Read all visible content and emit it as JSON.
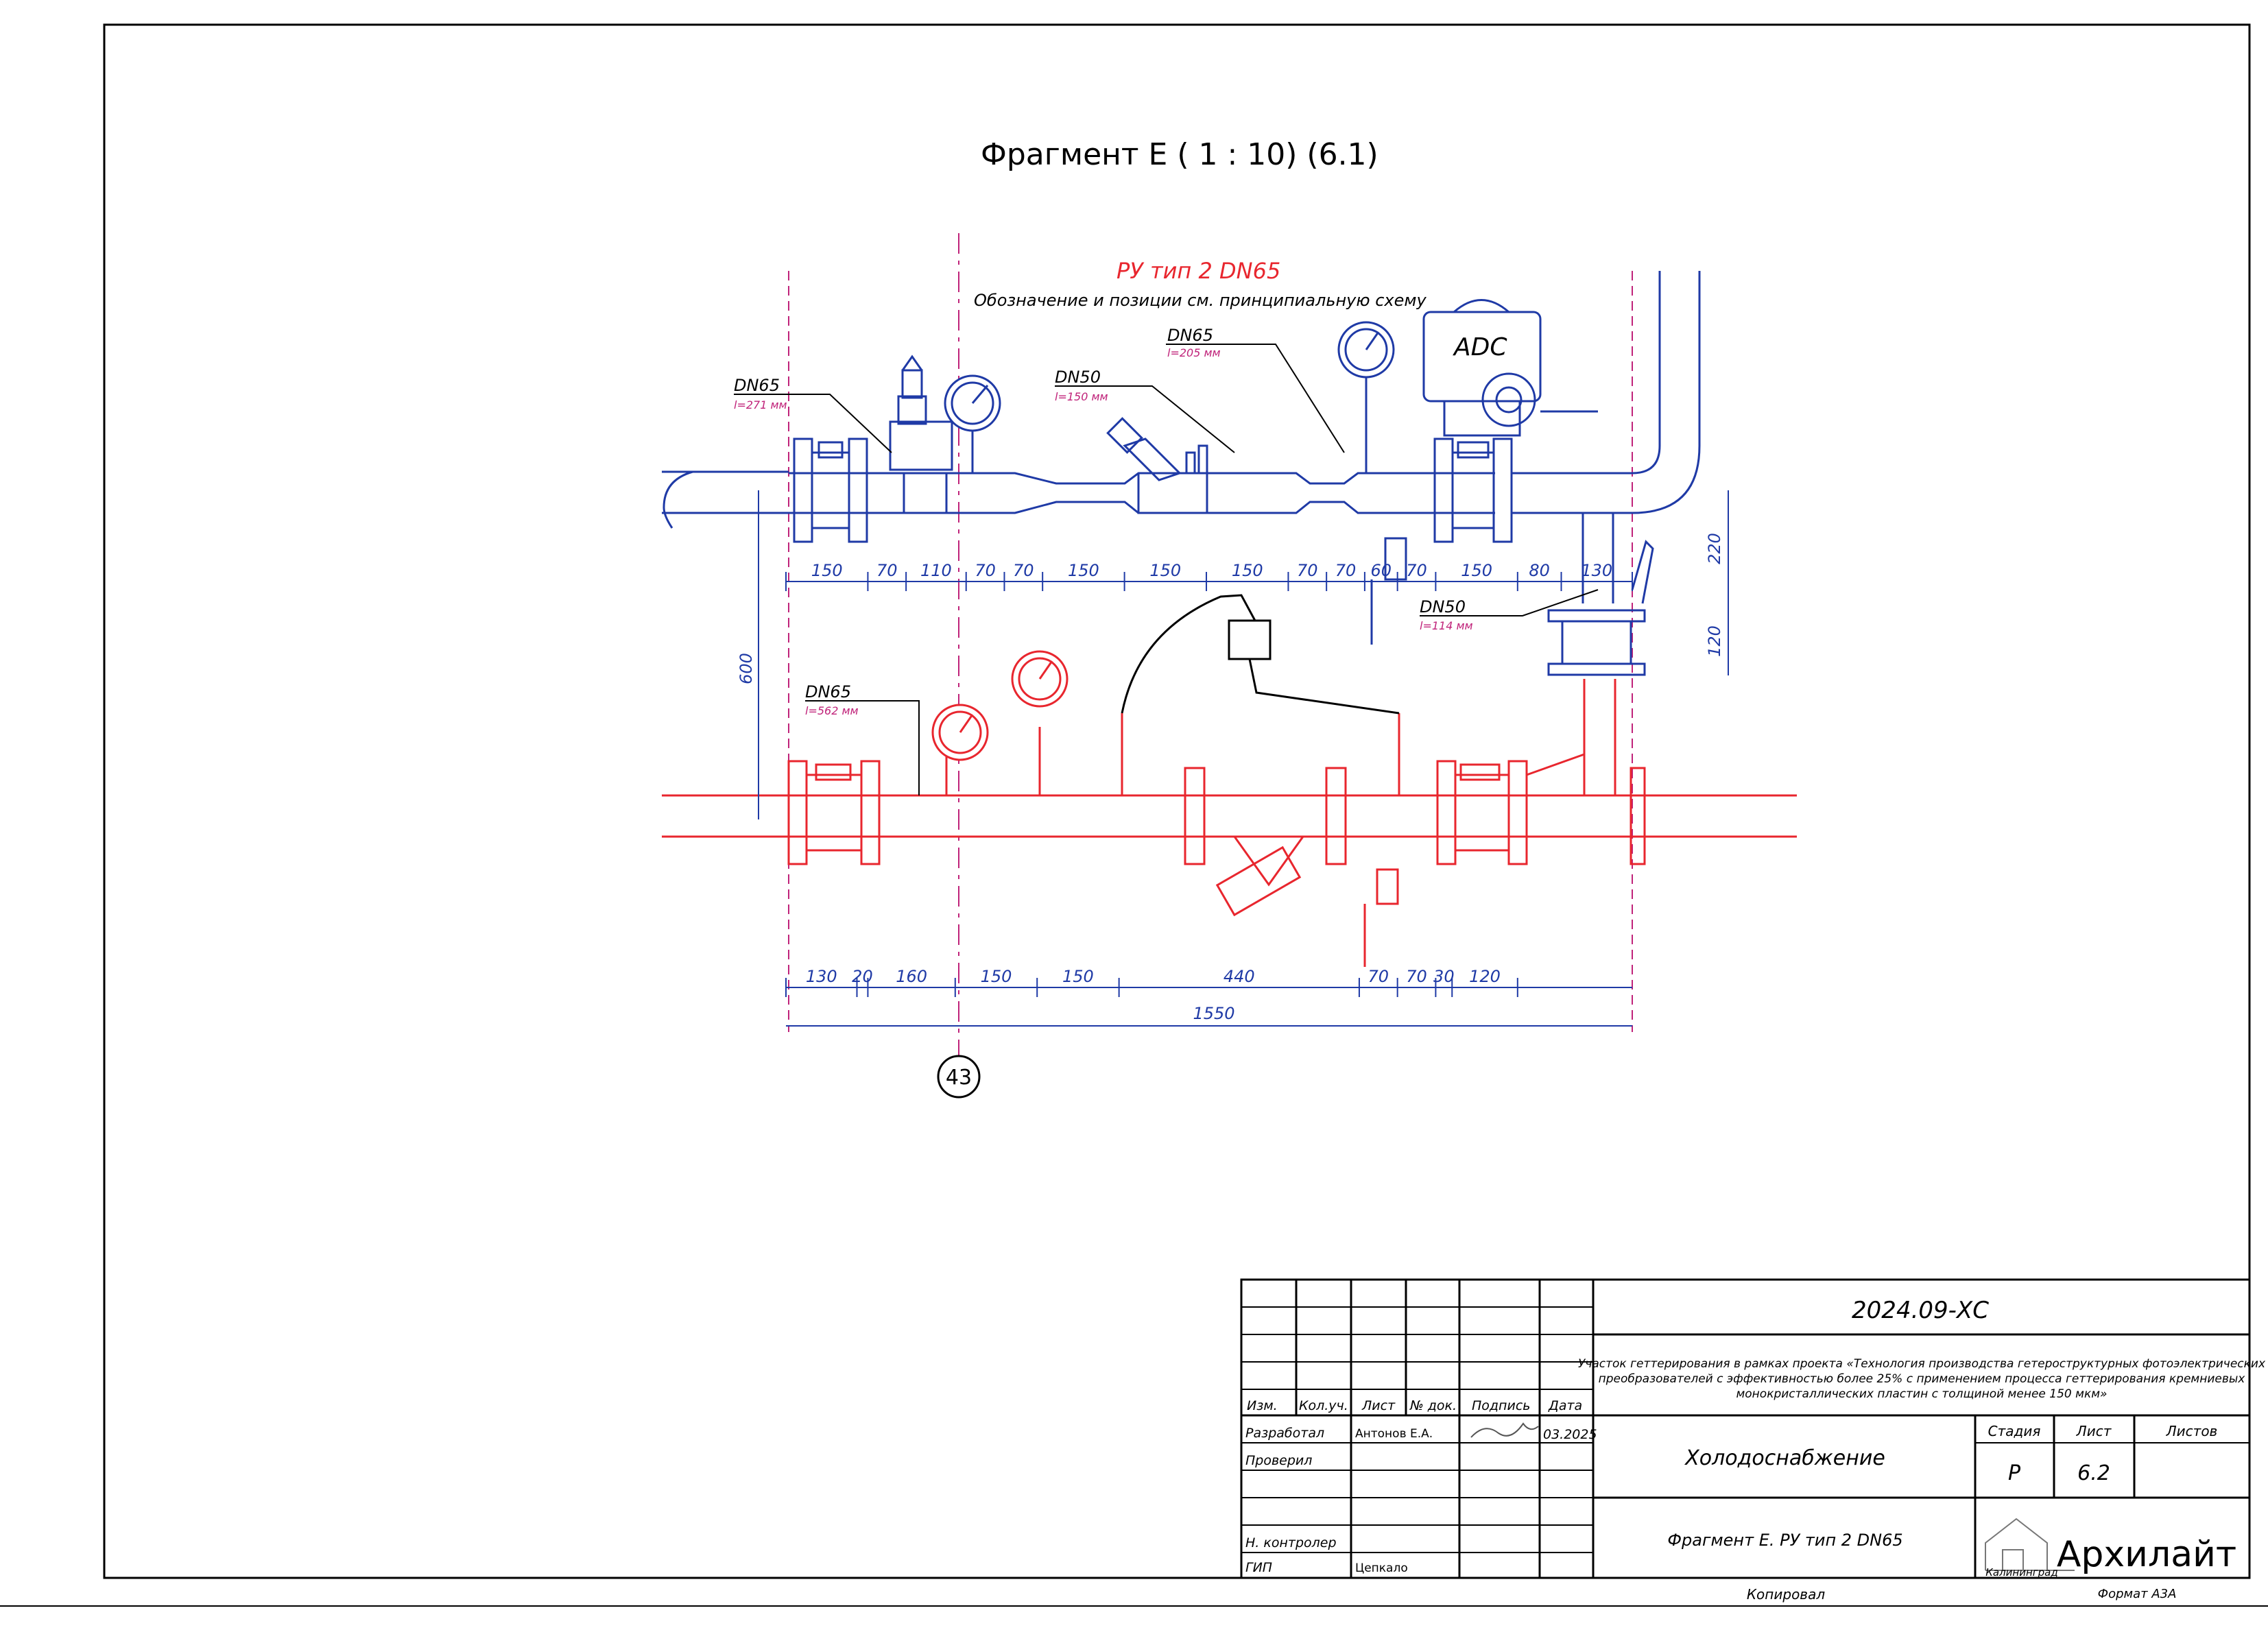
{
  "title": "Фрагмент Е ( 1 : 10) (6.1)",
  "unit_title": "РУ тип 2 DN65",
  "unit_note": "Обозначение и позиции см. принципиальную схему",
  "axis_marker": "43",
  "brand_text": "ADC",
  "callouts": [
    {
      "dn": "DN65",
      "len": "l=271 мм"
    },
    {
      "dn": "DN50",
      "len": "l=150 мм"
    },
    {
      "dn": "DN65",
      "len": "l=205 мм"
    },
    {
      "dn": "DN50",
      "len": "l=114 мм"
    },
    {
      "dn": "DN65",
      "len": "l=562 мм"
    }
  ],
  "dims_top": [
    "150",
    "70",
    "110",
    "70",
    "70",
    "150",
    "150",
    "150",
    "70",
    "70",
    "60",
    "70",
    "150",
    "80",
    "130"
  ],
  "dims_bottom": [
    "130",
    "20",
    "160",
    "150",
    "150",
    "440",
    "70",
    "70",
    "30",
    "120"
  ],
  "dim_total": "1550",
  "dims_vertical": {
    "between_lines": "600",
    "upper": "220",
    "lower": "120"
  },
  "title_block": {
    "code": "2024.09-ХС",
    "project_line1": "Участок геттерирования в рамках проекта «Технология производства гетероструктурных фотоэлектрических",
    "project_line2": "преобразователей с эффективностью более 25% с применением процесса геттерирования кремниевых",
    "project_line3": "монокристаллических пластин с толщиной менее 150 мкм»",
    "headers": [
      "Изм.",
      "Кол.уч.",
      "Лист",
      "№ док.",
      "Подпись",
      "Дата"
    ],
    "roles": [
      "Разработал",
      "Проверил",
      "",
      "Н. контролер",
      "ГИП"
    ],
    "names": [
      "Антонов Е.А.",
      "",
      "",
      "",
      "Цепкало"
    ],
    "date": "03.2025",
    "section": "Холодоснабжение",
    "stage_label": "Стадия",
    "stage": "Р",
    "sheet_label": "Лист",
    "sheet": "6.2",
    "sheets_label": "Листов",
    "sheets": "",
    "sheet_name": "Фрагмент Е. РУ тип 2 DN65",
    "company": "Архилайт",
    "city": "Калининград",
    "copied": "Копировал",
    "format": "Формат А3А"
  },
  "colors": {
    "supply": "#e8262e",
    "return": "#1f3aa6",
    "magenta": "#c0237a",
    "frame": "#000000"
  }
}
